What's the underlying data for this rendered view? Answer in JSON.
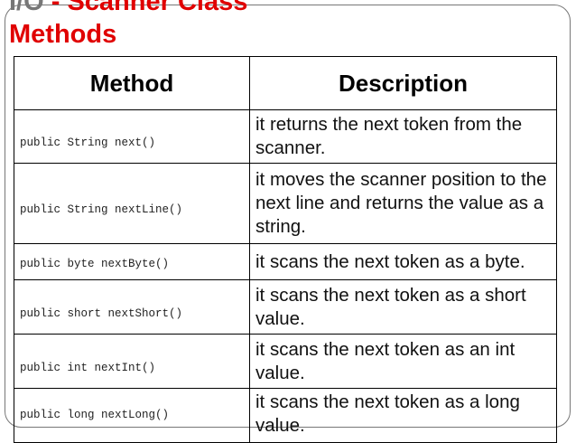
{
  "title": {
    "prefix": "I/O",
    "main": "- Scanner Class",
    "line2": "Methods"
  },
  "table": {
    "headers": [
      "Method",
      "Description"
    ],
    "rows": [
      {
        "method": "public String next()",
        "description": "it returns the next token from the scanner."
      },
      {
        "method": "public String nextLine()",
        "description": "it moves the scanner position to the next line and returns the value as a string."
      },
      {
        "method": "public byte nextByte()",
        "description": "it scans the next token as a byte."
      },
      {
        "method": "public short nextShort()",
        "description": "it scans the next token as a short value."
      },
      {
        "method": "public int nextInt()",
        "description": "it scans the next token as an int value."
      },
      {
        "method": "public long nextLong()",
        "description": "it scans the next token as a long value."
      }
    ]
  }
}
